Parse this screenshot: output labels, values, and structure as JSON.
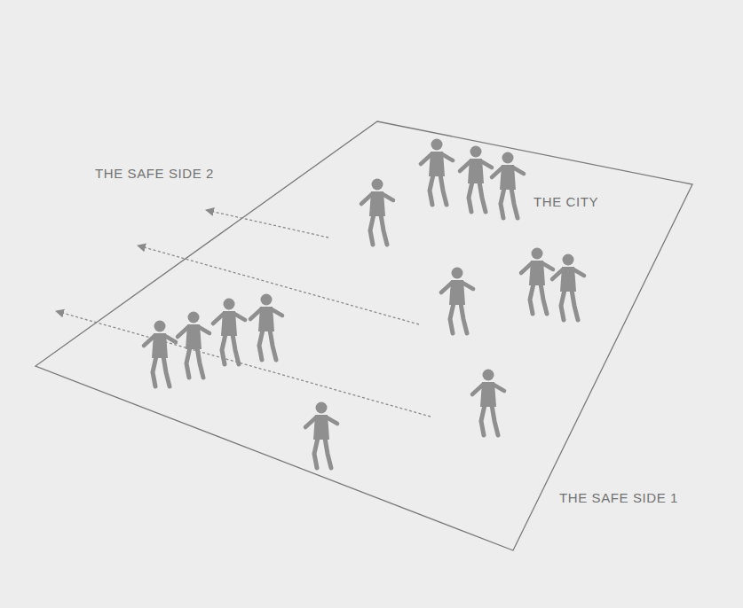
{
  "diagram": {
    "labels": [
      "THE SAFE SIDE 2",
      "THE CITY",
      "THE SAFE SIDE 1"
    ]
  }
}
